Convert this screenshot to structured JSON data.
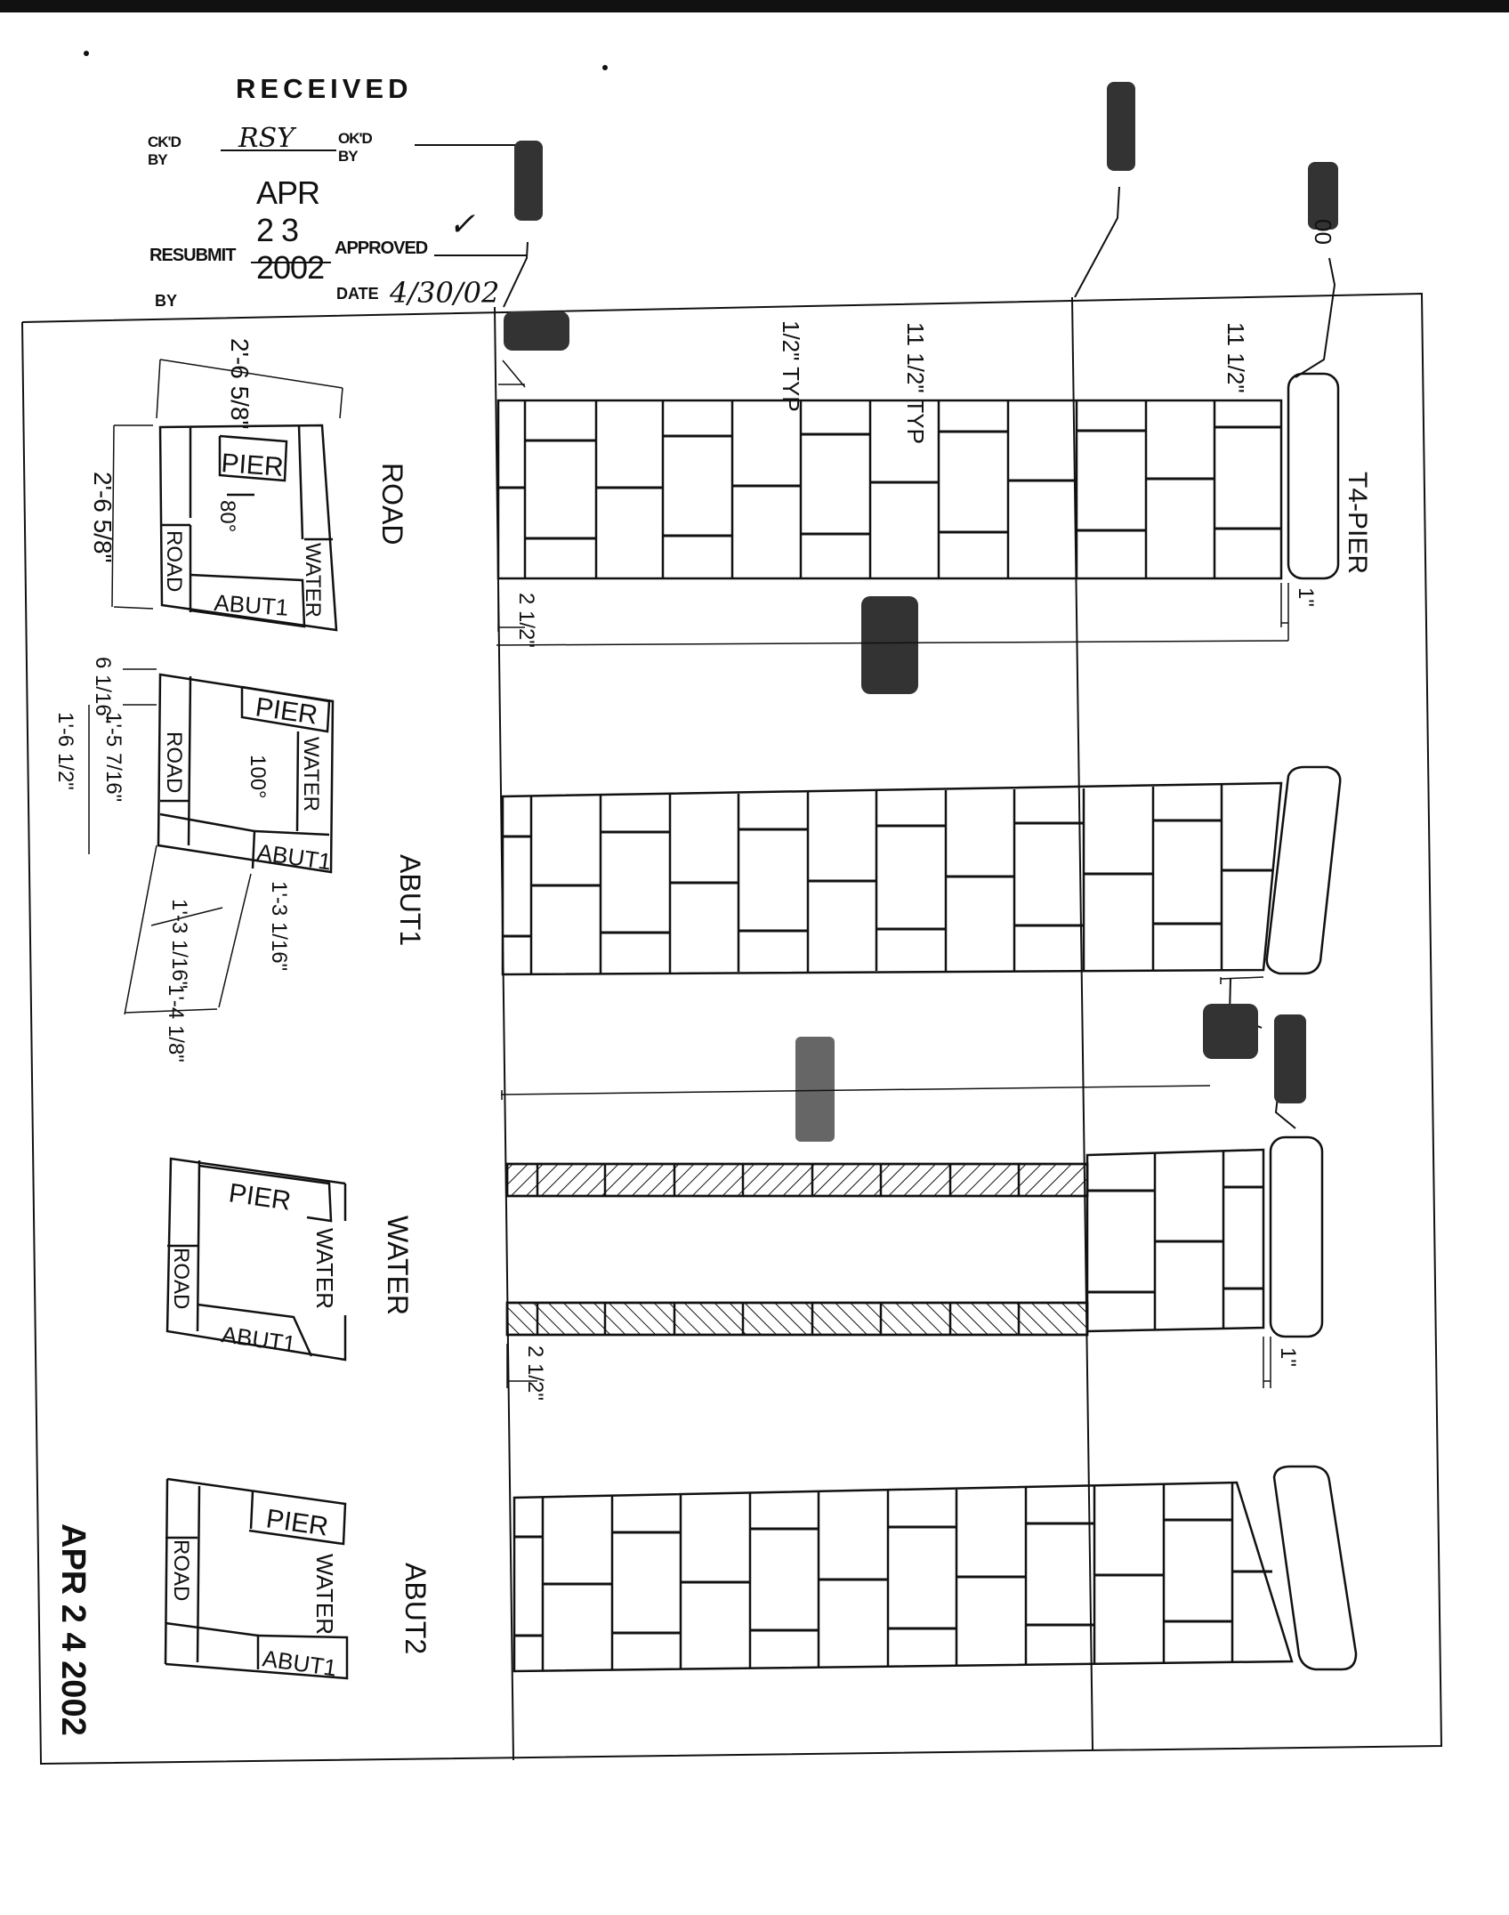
{
  "stamp": {
    "received": "RECEIVED",
    "ckd_by_label": "CK'D BY",
    "ckd_by_value": "RSY",
    "okd_by_label": "OK'D BY",
    "date_received": "APR 2 3 2002",
    "resubmit_label": "RESUBMIT",
    "approved_label": "APPROVED",
    "approved_mark": "✓",
    "by_label": "BY",
    "date_label": "DATE",
    "date_value": "4/30/02"
  },
  "side_date": "APR 2 4 2002",
  "dims": {
    "top_a": "1/2\" TYP",
    "top_b": "11 1/2\" TYP",
    "top_c": "11 1/2\"",
    "road_bottom_left": "2 1/2\"",
    "road_bottom_right": "1\"",
    "water_bottom_left": "2 1/2\"",
    "water_bottom_right": "1\"",
    "callout_00": "00",
    "pier_label": "T4-PIER"
  },
  "details": {
    "road": {
      "title": "ROAD",
      "dim_width": "2'-6 5/8\"",
      "dim_height": "2'-6 5/8\"",
      "angle": "80°",
      "labels": [
        "PIER",
        "ROAD",
        "ABUT1",
        "WATER"
      ]
    },
    "abut1": {
      "title": "ABUT1",
      "dim_a": "6 1/16\"",
      "dim_b": "1'-5 7/16\"",
      "dim_c": "1'-6 1/2\"",
      "dim_d": "1'-3 1/16\"",
      "dim_e": "1'-3 1/16\"",
      "dim_f": "1'-4 1/8\"",
      "angle": "100°",
      "labels": [
        "PIER",
        "ROAD",
        "ABUT1",
        "WATER"
      ]
    },
    "water": {
      "title": "WATER",
      "labels": [
        "PIER",
        "ROAD",
        "ABUT1",
        "WATER"
      ]
    },
    "abut2": {
      "title": "ABUT2",
      "labels": [
        "PIER",
        "ROAD",
        "ABUT1",
        "WATER"
      ]
    }
  }
}
